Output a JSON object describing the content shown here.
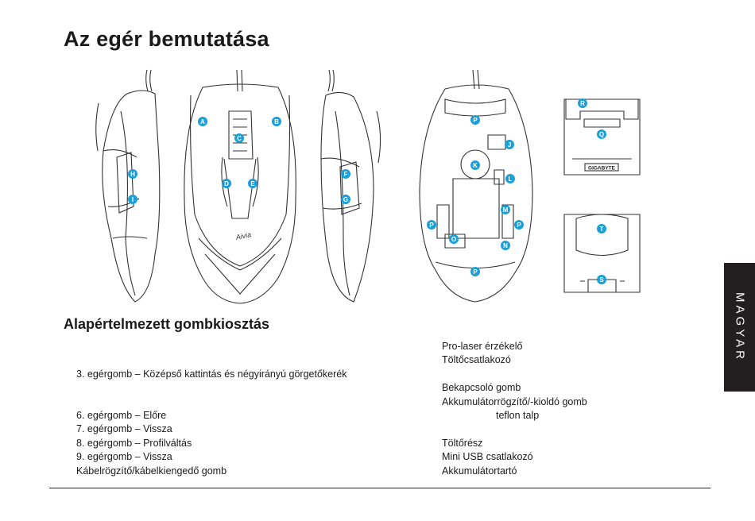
{
  "page": {
    "title": "Az egér bemutatása",
    "subtitle": "Alapértelmezett gombkiosztás",
    "language_tab": "MAGYAR"
  },
  "illustration": {
    "callout_color": "#1a9fd9",
    "line_color": "#333333",
    "brand_label": "GIGABYTE",
    "mouse_logo": "Aivia",
    "callouts": [
      "A",
      "B",
      "C",
      "D",
      "E",
      "F",
      "G",
      "H",
      "I",
      "J",
      "K",
      "L",
      "M",
      "N",
      "O",
      "P",
      "P",
      "P",
      "P",
      "Q",
      "R",
      "S",
      "T"
    ]
  },
  "button_list_left": [
    "",
    "",
    "3. egérgomb – Középső kattintás és négyirányú görgetőkerék",
    "",
    "",
    "6. egérgomb – Előre",
    "7. egérgomb – Vissza",
    "8. egérgomb – Profilváltás",
    "9. egérgomb – Vissza",
    "Kábelrögzítő/kábelkiengedő gomb"
  ],
  "button_list_right": [
    "Pro-laser érzékelő",
    "Töltőcsatlakozó",
    "",
    "Bekapcsoló gomb",
    "Akkumulátorrögzítő/-kioldó gomb",
    "teflon talp",
    "",
    "Töltőrész",
    "Mini USB csatlakozó",
    "Akkumulátortartó"
  ]
}
